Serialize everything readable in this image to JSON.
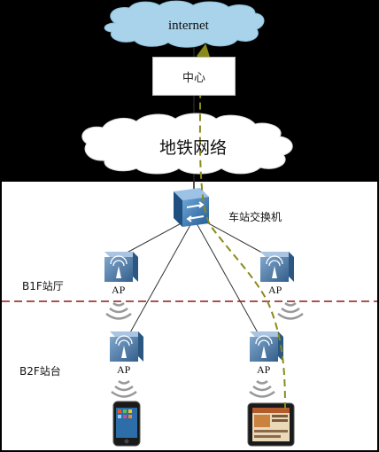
{
  "internet_label": "internet",
  "center_label": "中心",
  "metro_network_label": "地铁网络",
  "switch_label": "车站交换机",
  "floors": {
    "b1": "B1F站厅",
    "b2": "B2F站台"
  },
  "ap_labels": [
    "AP",
    "AP",
    "AP",
    "AP"
  ],
  "colors": {
    "cloud": "#a9d3ea",
    "flow_arrow": "#8a8a1a",
    "floor_divider": "#8b1a1a",
    "ap_body": "#4d7ba8",
    "switch_body": "#3a79b4"
  },
  "icons": [
    "cloud-icon",
    "cloud-icon",
    "switch-icon",
    "ap-icon",
    "wifi-signal-icon",
    "phone-icon",
    "tablet-icon"
  ]
}
